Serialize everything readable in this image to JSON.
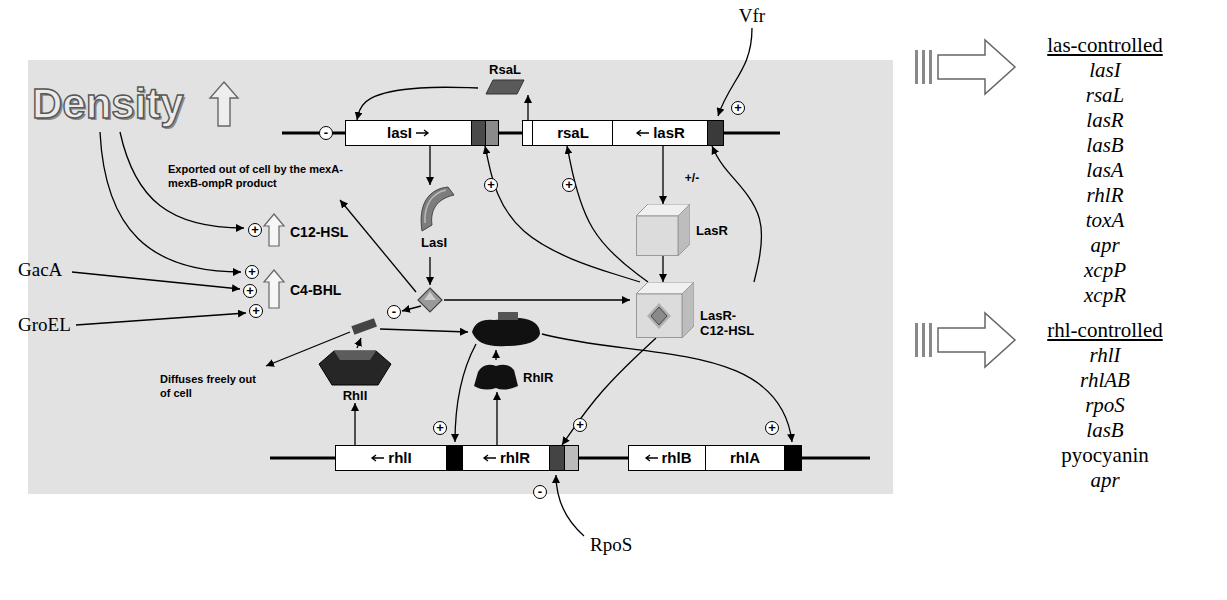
{
  "diagram": {
    "nodes": [
      {
        "text": [
          "RsaL"
        ]
      },
      {
        "text": [
          "lasI"
        ]
      },
      {
        "text": [
          "rsaL"
        ]
      },
      {
        "text": [
          "lasR"
        ]
      },
      {
        "text": [
          "LasI"
        ]
      },
      {
        "text": [
          "LasR"
        ]
      },
      {
        "text": [
          "LasR-C12-HSL"
        ]
      },
      {
        "text": [
          "RhlI"
        ]
      },
      {
        "text": [
          "RhlR"
        ]
      },
      {
        "text": [
          "rhlI"
        ]
      },
      {
        "text": [
          "rhlR"
        ]
      },
      {
        "text": [
          "rhlB"
        ]
      },
      {
        "text": [
          "rhlA"
        ]
      }
    ],
    "edges": [
      {
        "from": 2,
        "to": 0,
        "arrow": "to"
      },
      {
        "from": 0,
        "to": 1,
        "arrow": "to"
      },
      {
        "from": 1,
        "to": 4,
        "arrow": "to"
      },
      {
        "from": 3,
        "to": 5,
        "arrow": "to"
      },
      {
        "from": 5,
        "to": 6,
        "arrow": "to"
      },
      {
        "from": 6,
        "to": 1,
        "arrow": "to"
      },
      {
        "from": 6,
        "to": 2,
        "arrow": "to"
      },
      {
        "from": 6,
        "to": 3,
        "arrow": "to"
      },
      {
        "from": 6,
        "to": 10,
        "arrow": "to"
      },
      {
        "from": 9,
        "to": 7,
        "arrow": "to"
      },
      {
        "from": 10,
        "to": 8,
        "arrow": "to"
      }
    ],
    "labels": [
      "Density",
      "Vfr",
      "-",
      "+",
      "Exported out of cell by the mexA-mexB-ompR product",
      "+",
      "+",
      "+/-",
      "+",
      "C12-HSL",
      "GacA",
      "+",
      "+",
      "C4-BHL",
      "+",
      "GroEL",
      "-",
      "Diffuses freely out of cell",
      "+",
      "+",
      "+",
      "-",
      "RpoS",
      "las-controlled",
      "lasI",
      "rsaL",
      "lasR",
      "lasB",
      "lasA",
      "rhlR",
      "toxA",
      "apr",
      "xcpP",
      "xcpR",
      "rhl-controlled",
      "rhlI",
      "rhlAB",
      "rpoS",
      "lasB",
      "pyocyanin",
      "apr"
    ]
  }
}
